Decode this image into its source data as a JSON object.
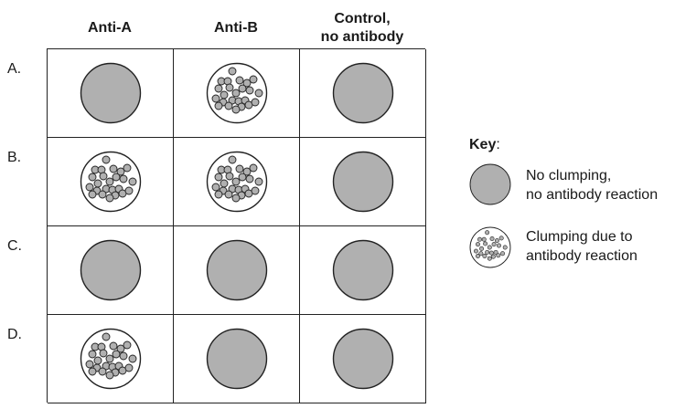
{
  "columns": [
    {
      "id": "anti-a",
      "lines": [
        "Anti-A"
      ]
    },
    {
      "id": "anti-b",
      "lines": [
        "Anti-B"
      ]
    },
    {
      "id": "control",
      "lines": [
        "Control,",
        "no antibody"
      ]
    }
  ],
  "rows": [
    {
      "label": "A.",
      "cells": [
        "no-clumping",
        "clumping",
        "no-clumping"
      ]
    },
    {
      "label": "B.",
      "cells": [
        "clumping",
        "clumping",
        "no-clumping"
      ]
    },
    {
      "label": "C.",
      "cells": [
        "no-clumping",
        "no-clumping",
        "no-clumping"
      ]
    },
    {
      "label": "D.",
      "cells": [
        "clumping",
        "no-clumping",
        "no-clumping"
      ]
    }
  ],
  "key": {
    "title": "Key",
    "title_suffix": ":",
    "items": [
      {
        "type": "no-clumping",
        "lines": [
          "No clumping,",
          "no antibody reaction"
        ]
      },
      {
        "type": "clumping",
        "lines": [
          "Clumping due to",
          "antibody reaction"
        ]
      }
    ]
  },
  "colors": {
    "solid_fill": "#b0b0b0",
    "stroke": "#222222",
    "clump_dot": "#b0b0b0",
    "clump_bg": "#ffffff"
  }
}
